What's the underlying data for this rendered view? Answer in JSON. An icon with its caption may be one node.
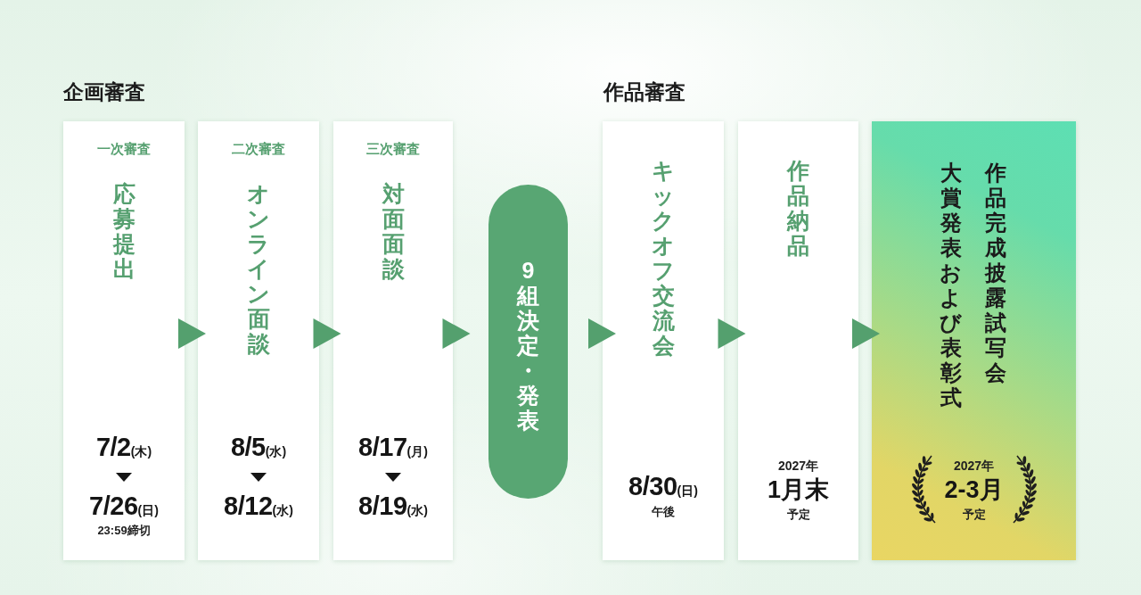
{
  "diagram": {
    "nodes": [
      {
        "text": [
          "一次審査",
          "応募提出",
          "7/2(木)",
          "7/26(日)",
          "23:59締切"
        ]
      },
      {
        "text": [
          "二次審査",
          "オンライン面談",
          "8/5(水)",
          "8/12(水)"
        ]
      },
      {
        "text": [
          "三次審査",
          "対面面談",
          "8/17(月)",
          "8/19(水)"
        ]
      },
      {
        "text": [
          "9組決定・発表"
        ]
      },
      {
        "text": [
          "キックオフ交流会",
          "8/30(日)",
          "午後"
        ]
      },
      {
        "text": [
          "作品納品",
          "2027年",
          "1月末",
          "予定"
        ]
      },
      {
        "text": [
          "作品完成披露試写会",
          "大賞発表および表彰式",
          "2027年",
          "2-3月",
          "予定"
        ]
      }
    ],
    "edges": [
      {
        "from": 0,
        "to": 1,
        "arrow": "to"
      },
      {
        "from": 1,
        "to": 2,
        "arrow": "to"
      },
      {
        "from": 2,
        "to": 3,
        "arrow": "to"
      },
      {
        "from": 3,
        "to": 4,
        "arrow": "to"
      },
      {
        "from": 4,
        "to": 5,
        "arrow": "to"
      },
      {
        "from": 5,
        "to": 6,
        "arrow": "to"
      }
    ],
    "labels": [
      "企画審査",
      "作品審査"
    ]
  }
}
